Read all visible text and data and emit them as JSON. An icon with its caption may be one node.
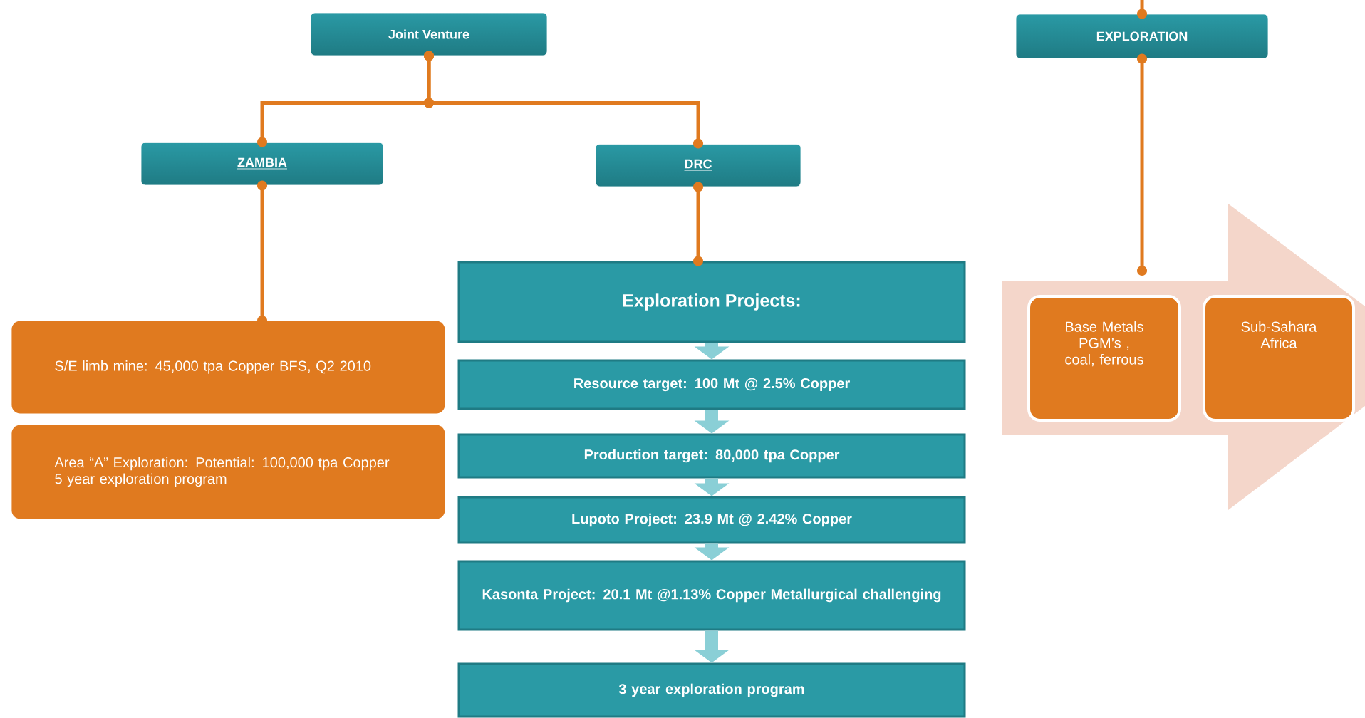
{
  "diagram": {
    "nodes": [
      {
        "text": [
          "Joint Venture"
        ]
      },
      {
        "text": [
          "ZAMBIA"
        ]
      },
      {
        "text": [
          "DRC"
        ]
      },
      {
        "text": [
          "S/E limb mine: 45,000 tpa Copper BFS, Q2 2010"
        ]
      },
      {
        "text": [
          "Area “A” Exploration:  Potential: 100,000 tpa Copper 5 year exploration program"
        ]
      },
      {
        "text": [
          "Exploration Projects:"
        ]
      },
      {
        "text": [
          "Resource target: 100 Mt  @ 2.5% Copper"
        ]
      },
      {
        "text": [
          "Production target: 80,000 tpa Copper"
        ]
      },
      {
        "text": [
          "Lupoto Project: 23.9 Mt  @ 2.42% Copper"
        ]
      },
      {
        "text": [
          "Kasonta Project: 20.1 Mt @1.13% Copper Metallurgical challenging"
        ]
      },
      {
        "text": [
          "3 year exploration program"
        ]
      },
      {
        "text": [
          "EXPLORATION"
        ]
      },
      {
        "text": [],
        "shape": "arrow"
      },
      {
        "text": [
          "Base Metals PGM’s , coal, ferrous"
        ],
        "in": 12
      },
      {
        "text": [
          "Sub-Sahara Africa"
        ],
        "in": 12
      }
    ],
    "edges": [
      {
        "from": 0,
        "to": 1,
        "arrow": "other"
      },
      {
        "from": 0,
        "to": 2,
        "arrow": "other"
      },
      {
        "from": 1,
        "to": 3,
        "arrow": "other"
      },
      {
        "from": 2,
        "to": 5,
        "arrow": "other"
      },
      {
        "from": 5,
        "to": 6,
        "arrow": "to",
        "style": "thick",
        "color": "#8acfd6"
      },
      {
        "from": 6,
        "to": 7,
        "arrow": "to",
        "style": "thick",
        "color": "#8acfd6"
      },
      {
        "from": 7,
        "to": 8,
        "arrow": "to",
        "style": "thick",
        "color": "#8acfd6"
      },
      {
        "from": 8,
        "to": 9,
        "arrow": "to",
        "style": "thick",
        "color": "#8acfd6"
      },
      {
        "from": 9,
        "to": 10,
        "arrow": "to",
        "style": "thick",
        "color": "#8acfd6"
      },
      {
        "from": null,
        "to": 11,
        "arrow": "other"
      },
      {
        "from": 11,
        "to": 12,
        "arrow": "other"
      }
    ]
  }
}
